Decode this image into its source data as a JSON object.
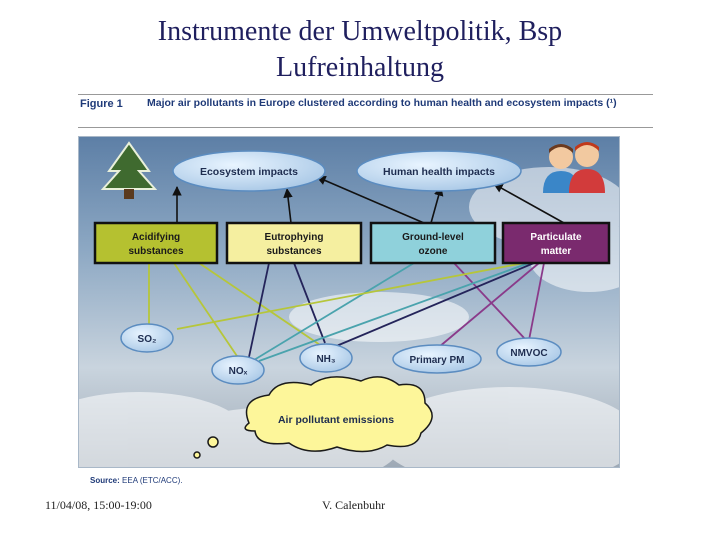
{
  "slide": {
    "title_line1": "Instrumente der Umweltpolitik, Bsp",
    "title_line2": "Lufreinhaltung",
    "footer_date": "11/04/08, 15:00-19:00",
    "footer_author": "V. Calenbuhr"
  },
  "figure": {
    "number": "Figure 1",
    "caption": "Major air pollutants in Europe clustered according to human health and ecosystem impacts (¹)",
    "source_label": "Source:",
    "source_text": "EEA (ETC/ACC)."
  },
  "diagram": {
    "ecosystem": "Ecosystem impacts",
    "health": "Human health impacts",
    "acid_1": "Acidifying",
    "acid_2": "substances",
    "eutro_1": "Eutrophying",
    "eutro_2": "substances",
    "ozone_1": "Ground-level",
    "ozone_2": "ozone",
    "pm_1": "Particulate",
    "pm_2": "matter",
    "so2": "SO₂",
    "nox": "NOₓ",
    "nh3": "NH₃",
    "ppm": "Primary PM",
    "nmvoc": "NMVOC",
    "emissions": "Air pollutant emissions",
    "icons": [
      "tree-icon",
      "people-icon"
    ],
    "colors": {
      "acidifying": "#b5c130",
      "eutrophying": "#f5efa0",
      "ozone": "#8fd1db",
      "particulate": "#7a2a6e",
      "line_green": "#b6c63a",
      "line_teal": "#4aa3ad",
      "line_navy": "#24245a",
      "line_purple": "#8a3a8a"
    }
  }
}
